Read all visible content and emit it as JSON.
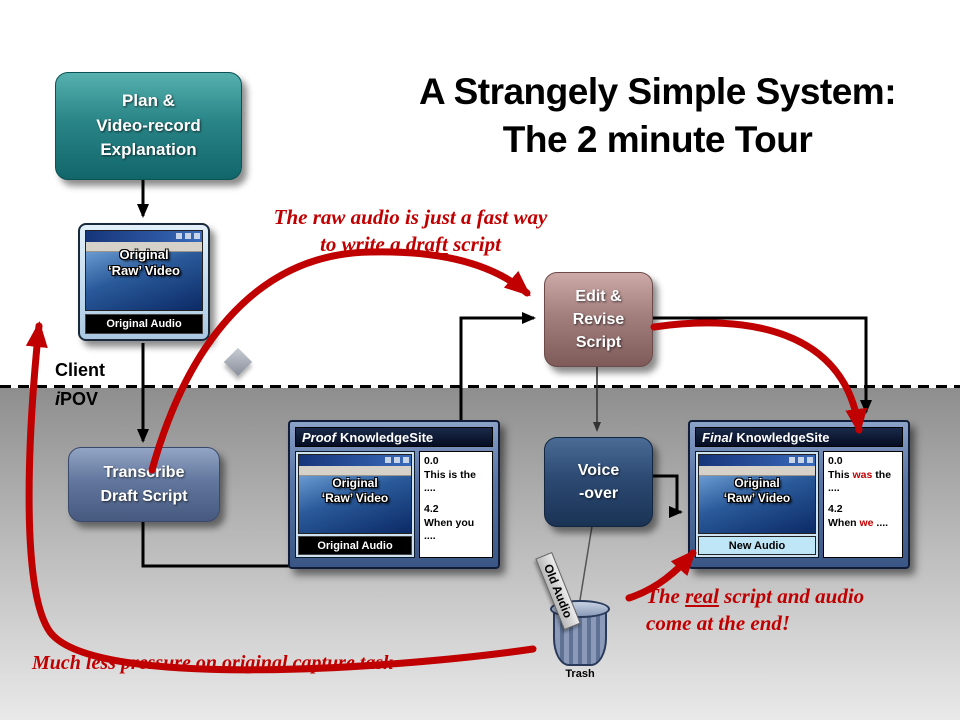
{
  "title": {
    "line1": "A Strangely Simple System:",
    "line2": "The 2 minute Tour"
  },
  "divider": {
    "client": "Client",
    "ipov_italic": "i",
    "ipov_rest": "POV"
  },
  "boxes": {
    "plan": {
      "line1": "Plan &",
      "line2": "Video-record",
      "line3": "Explanation"
    },
    "transcribe": {
      "line1": "Transcribe",
      "line2": "Draft Script"
    },
    "edit": {
      "line1": "Edit &",
      "line2": "Revise",
      "line3": "Script"
    },
    "voice": {
      "line1": "Voice",
      "line2": "-over"
    }
  },
  "raw_thumb": {
    "line1": "Original",
    "line2": "‘Raw’ Video",
    "audio_bar": "Original Audio"
  },
  "proof_site": {
    "header_italic": "Proof",
    "header_rest": "KnowledgeSite",
    "thumb": {
      "line1": "Original",
      "line2": "‘Raw’ Video",
      "audio_bar": "Original Audio"
    },
    "script": {
      "time1": "0.0",
      "line1": "This is the ....",
      "time2": "4.2",
      "line2": "When you ...."
    }
  },
  "final_site": {
    "header_italic": "Final",
    "header_rest": "KnowledgeSite",
    "thumb": {
      "line1": "Original",
      "line2": "‘Raw’ Video",
      "audio_bar": "New Audio"
    },
    "script": {
      "time1": "0.0",
      "line1a": "This ",
      "line1b": "was",
      "line1c": " the",
      "line1d": "....",
      "time2": "4.2",
      "line2a": "When ",
      "line2b": "we",
      "line2c": " ...."
    }
  },
  "notes": {
    "raw_audio_line1": "The raw audio is just a fast way",
    "raw_audio_line2a": "to write a ",
    "raw_audio_line2b": "draft",
    "raw_audio_line2c": " script",
    "real_line1a": "The ",
    "real_line1b": "real",
    "real_line1c": " script and audio",
    "real_line2": "come at the end!",
    "pressure": "Much less pressure on original capture task"
  },
  "trash": {
    "ribbon": "Old Audio",
    "caption": "Trash"
  },
  "colors": {
    "red": "#c00000"
  }
}
